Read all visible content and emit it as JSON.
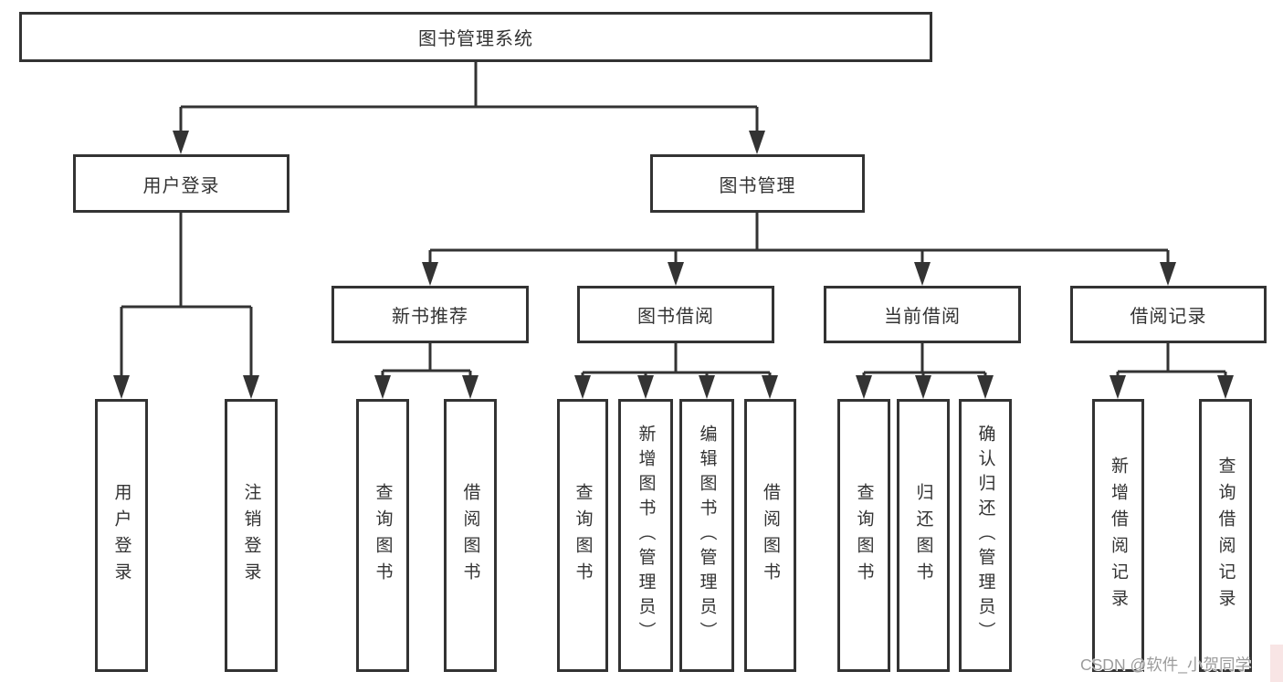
{
  "diagram": {
    "root": "图书管理系统",
    "children": [
      {
        "label": "用户登录",
        "children": [
          "用户登录",
          "注销登录"
        ]
      },
      {
        "label": "图书管理",
        "children": [
          {
            "label": "新书推荐",
            "children": [
              "查询图书",
              "借阅图书"
            ]
          },
          {
            "label": "图书借阅",
            "children": [
              "查询图书",
              "新增图书（管理员）",
              "编辑图书（管理员）",
              "借阅图书"
            ]
          },
          {
            "label": "当前借阅",
            "children": [
              "查询图书",
              "归还图书",
              "确认归还（管理员）"
            ]
          },
          {
            "label": "借阅记录",
            "children": [
              "新增借阅记录",
              "查询借阅记录"
            ]
          }
        ]
      }
    ]
  },
  "watermark": {
    "text": "CSDN @软件_小贺同学"
  },
  "colors": {
    "line": "#333333",
    "box_border": "#333333",
    "text": "#333333",
    "background": "#ffffff",
    "watermark_text": "#9c9c9c",
    "watermark_tint": "#f6dede"
  }
}
